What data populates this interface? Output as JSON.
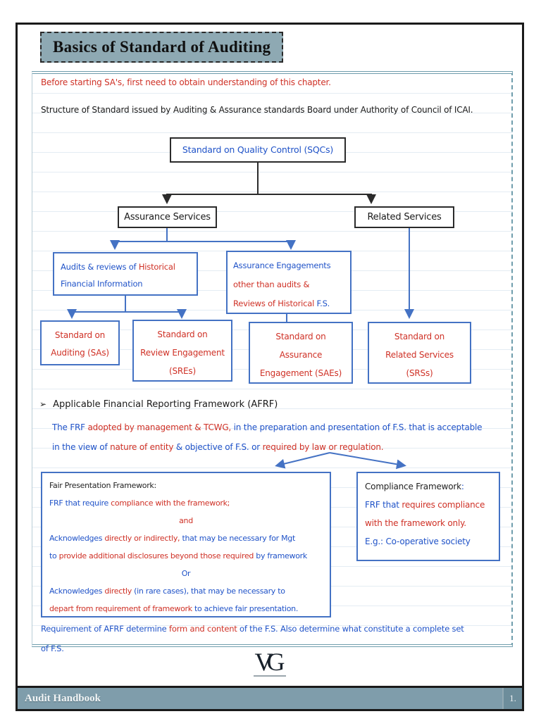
{
  "colors": {
    "blue_text": "#2053c8",
    "red_text": "#cf3126",
    "box_border_blue": "#4472c4",
    "title_background": "#8ea9b3",
    "footer_background": "#7f9dab"
  },
  "header": {
    "title": "Basics of Standard of Auditing"
  },
  "notes": {
    "intro": "Before starting SA's, first need to obtain understanding of this chapter.",
    "structure": "Structure of Standard issued by Auditing & Assurance standards Board under Authority of Council of ICAI."
  },
  "flowchart": {
    "sqc": "Standard on Quality Control (SQCs)",
    "assurance_services": "Assurance Services",
    "related_services": "Related Services",
    "audits_box": {
      "lines": [
        {
          "seg": [
            {
              "t": "Audits & reviews of ",
              "c": "b"
            },
            {
              "t": "Historical",
              "c": "r"
            }
          ]
        },
        {
          "seg": [
            {
              "t": "Financial Information",
              "c": "b"
            }
          ]
        }
      ]
    },
    "assurance_eng_box": {
      "lines": [
        {
          "seg": [
            {
              "t": "Assurance Engagements",
              "c": "b"
            }
          ]
        },
        {
          "seg": [
            {
              "t": "other than audits &",
              "c": "r"
            }
          ]
        },
        {
          "seg": [
            {
              "t": "Reviews of Historical ",
              "c": "r"
            },
            {
              "t": "F.S.",
              "c": "b"
            }
          ]
        }
      ]
    },
    "sas_box": {
      "lines": [
        {
          "seg": [
            {
              "t": "Standard on",
              "c": "r"
            }
          ]
        },
        {
          "seg": [
            {
              "t": "Auditing (SAs)",
              "c": "r"
            }
          ]
        }
      ]
    },
    "sres_box": {
      "lines": [
        {
          "seg": [
            {
              "t": "Standard on",
              "c": "r"
            }
          ]
        },
        {
          "seg": [
            {
              "t": "Review Engagement",
              "c": "r"
            }
          ]
        },
        {
          "seg": [
            {
              "t": "(SREs)",
              "c": "r"
            }
          ]
        }
      ]
    },
    "saes_box": {
      "lines": [
        {
          "seg": [
            {
              "t": "Standard on",
              "c": "r"
            }
          ]
        },
        {
          "seg": [
            {
              "t": "Assurance",
              "c": "r"
            }
          ]
        },
        {
          "seg": [
            {
              "t": "Engagement (SAEs)",
              "c": "r"
            }
          ]
        }
      ]
    },
    "srss_box": {
      "lines": [
        {
          "seg": [
            {
              "t": "Standard on",
              "c": "r"
            }
          ]
        },
        {
          "seg": [
            {
              "t": "Related Services",
              "c": "r"
            }
          ]
        },
        {
          "seg": [
            {
              "t": "(SRSs)",
              "c": "r"
            }
          ]
        }
      ]
    }
  },
  "afrf": {
    "bullet": "➢",
    "heading": "Applicable Financial Reporting Framework (AFRF)",
    "para": {
      "lines": [
        {
          "seg": [
            {
              "t": "The FRF ",
              "c": "b"
            },
            {
              "t": "adopted by management & TCWG, ",
              "c": "r"
            },
            {
              "t": "in the preparation and presentation of F.S. that is acceptable",
              "c": "b"
            }
          ]
        },
        {
          "seg": [
            {
              "t": "in the view of ",
              "c": "b"
            },
            {
              "t": "nature of entity ",
              "c": "r"
            },
            {
              "t": "& ",
              "c": "b"
            },
            {
              "t": "objective of F.S. or ",
              "c": "b"
            },
            {
              "t": "required by law or regulation.",
              "c": "r"
            }
          ]
        }
      ]
    },
    "fair_box": {
      "lines": [
        {
          "seg": [
            {
              "t": "Fair Presentation Framework:",
              "c": "k"
            }
          ]
        },
        {
          "seg": [
            {
              "t": "FRF that require ",
              "c": "b"
            },
            {
              "t": "compliance with the framework;",
              "c": "r"
            }
          ]
        },
        {
          "align": "center",
          "seg": [
            {
              "t": "and",
              "c": "r"
            }
          ]
        },
        {
          "seg": [
            {
              "t": "Acknowledges ",
              "c": "b"
            },
            {
              "t": "directly or indirectly, ",
              "c": "r"
            },
            {
              "t": "that may be necessary for Mgt",
              "c": "b"
            }
          ]
        },
        {
          "seg": [
            {
              "t": "to ",
              "c": "b"
            },
            {
              "t": "provide additional disclosures beyond those required ",
              "c": "r"
            },
            {
              "t": "by framework",
              "c": "b"
            }
          ]
        },
        {
          "align": "center",
          "seg": [
            {
              "t": "Or",
              "c": "b"
            }
          ]
        },
        {
          "seg": [
            {
              "t": "Acknowledges ",
              "c": "b"
            },
            {
              "t": "directly ",
              "c": "r"
            },
            {
              "t": "(in rare cases), that may be necessary to",
              "c": "b"
            }
          ]
        },
        {
          "seg": [
            {
              "t": "depart from requirement of framework ",
              "c": "r"
            },
            {
              "t": "to achieve fair presentation.",
              "c": "b"
            }
          ]
        }
      ]
    },
    "compliance_box": {
      "lines": [
        {
          "seg": [
            {
              "t": "Compliance Framework",
              "c": "k"
            },
            {
              "t": ":",
              "c": "b"
            }
          ]
        },
        {
          "seg": [
            {
              "t": "FRF that ",
              "c": "b"
            },
            {
              "t": "requires compliance",
              "c": "r"
            }
          ]
        },
        {
          "seg": [
            {
              "t": "with the framework only.",
              "c": "r"
            }
          ]
        },
        {
          "seg": [
            {
              "t": "E.g.: Co-operative society",
              "c": "b"
            }
          ]
        }
      ]
    },
    "closing": {
      "lines": [
        {
          "seg": [
            {
              "t": "Requirement of AFRF determine ",
              "c": "b"
            },
            {
              "t": "form and content ",
              "c": "r"
            },
            {
              "t": "of the F.S. Also determine what constitute a complete set",
              "c": "b"
            }
          ]
        },
        {
          "seg": [
            {
              "t": "of F.S.",
              "c": "b"
            }
          ]
        }
      ]
    }
  },
  "logo": {
    "text": "VG"
  },
  "footer": {
    "left": "Audit Handbook",
    "page": "1."
  }
}
